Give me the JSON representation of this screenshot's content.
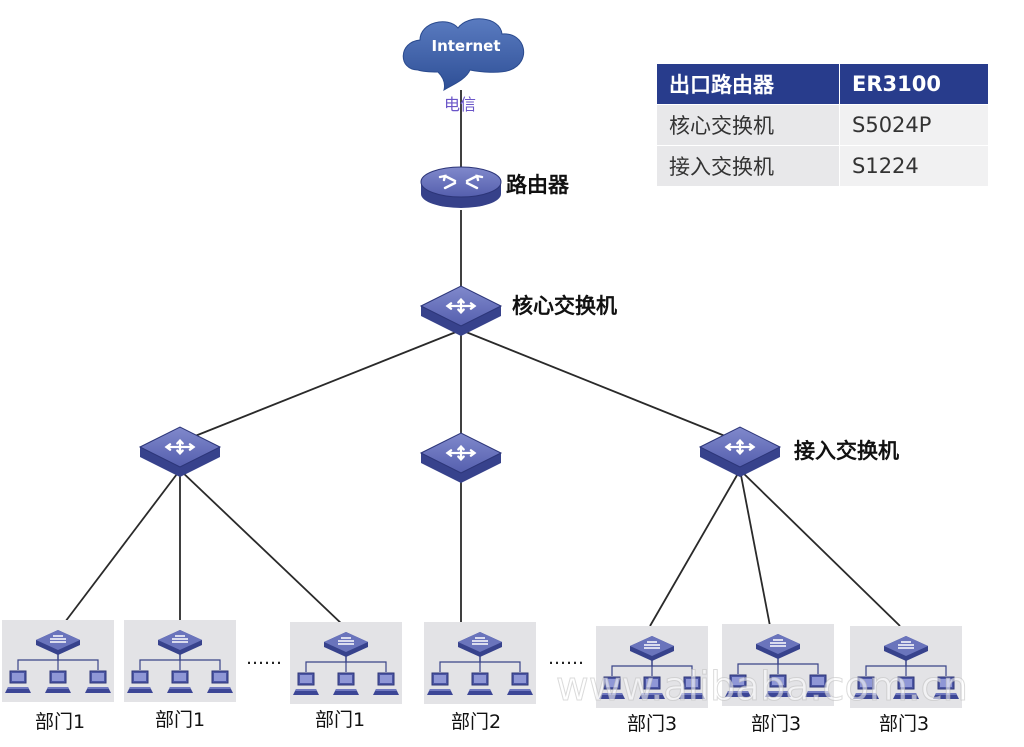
{
  "internet": {
    "text": "Internet",
    "isp": "电信"
  },
  "router": {
    "label": "路由器"
  },
  "core_switch": {
    "label": "核心交换机"
  },
  "access_switch": {
    "label": "接入交换机"
  },
  "spec_table": {
    "header": [
      "出口路由器",
      "ER3100"
    ],
    "rows": [
      [
        "核心交换机",
        "S5024P"
      ],
      [
        "接入交换机",
        "S1224"
      ]
    ]
  },
  "departments": [
    "部门1",
    "部门1",
    "部门1",
    "部门2",
    "部门3",
    "部门3",
    "部门3"
  ],
  "ellipsis": [
    "……",
    "……"
  ],
  "watermark": "www.alibaba.com.cn",
  "colors": {
    "device_top": "#6670b8",
    "device_side": "#37428c",
    "header_bg": "#283c8c",
    "cloud": "#3d5fa6",
    "isp_text": "#6a55c8",
    "dept_panel": "#e3e3e6"
  }
}
